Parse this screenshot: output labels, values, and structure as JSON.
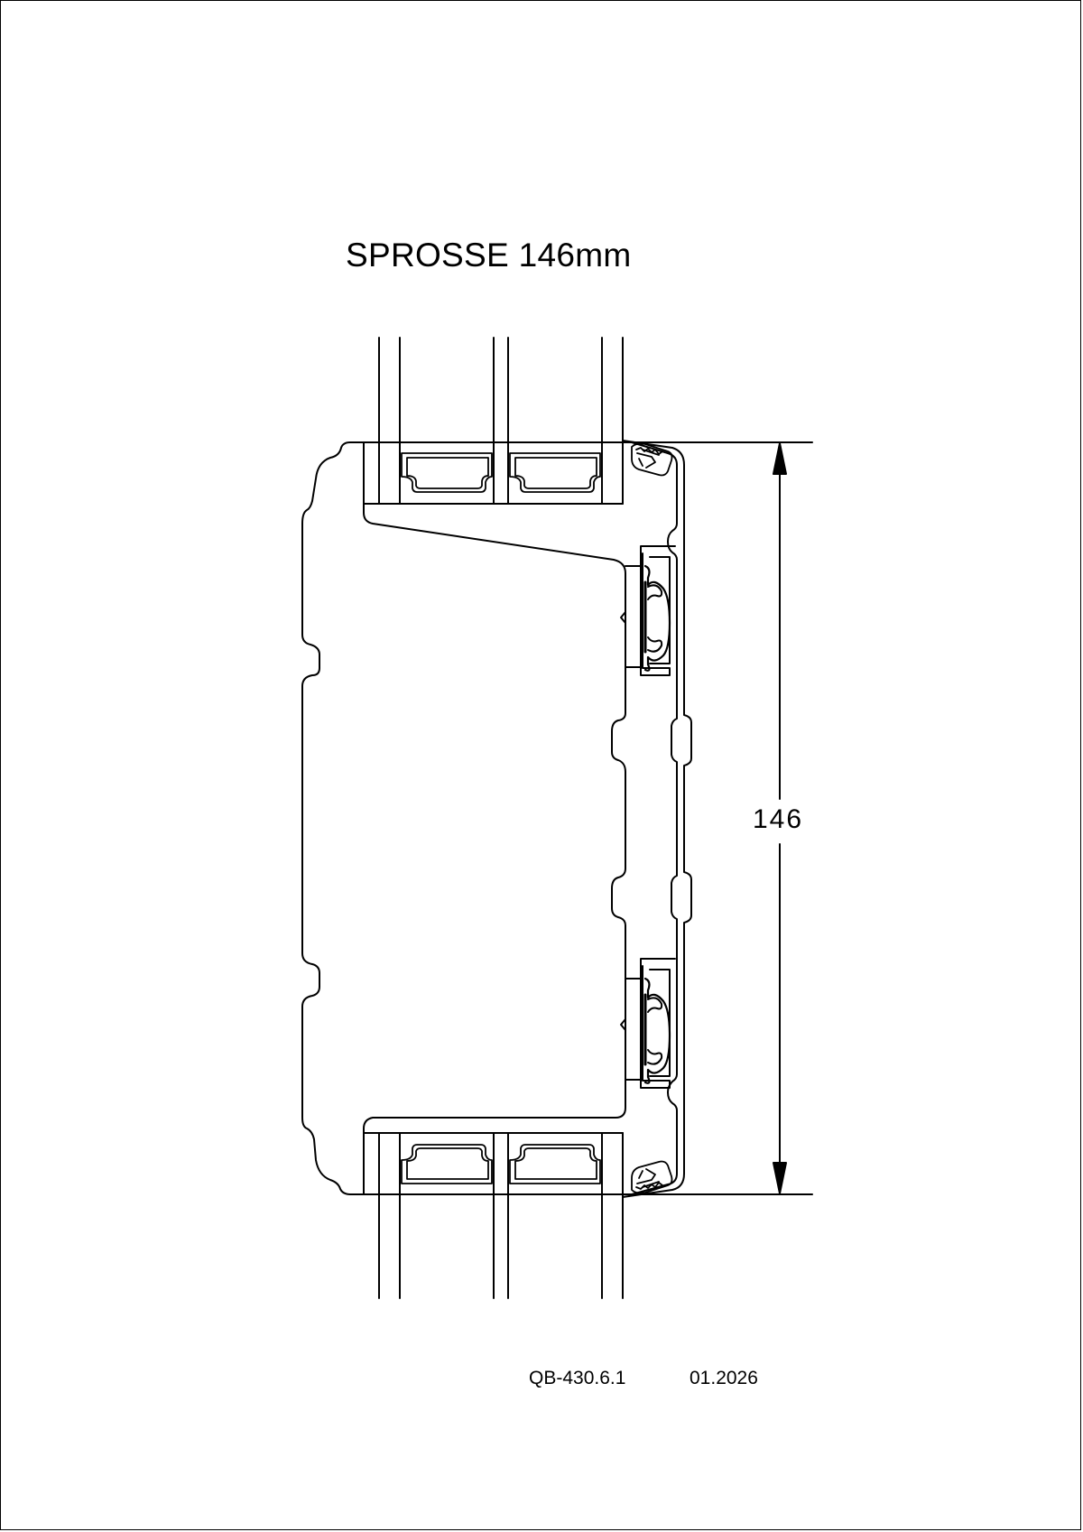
{
  "drawing": {
    "title": "SPROSSE 146mm",
    "dimension": {
      "value": "146",
      "unit": "mm",
      "orientation": "vertical"
    },
    "footer": {
      "drawing_number": "QB-430.6.1",
      "date": "01.2026"
    },
    "colors": {
      "line": "#000000",
      "background": "#ffffff"
    },
    "components": [
      "glazing-panes-top",
      "glazing-panes-bottom",
      "spacer-profiles",
      "mullion-profile",
      "glazing-bead-clips",
      "glazing-gaskets",
      "dimension-line"
    ]
  }
}
